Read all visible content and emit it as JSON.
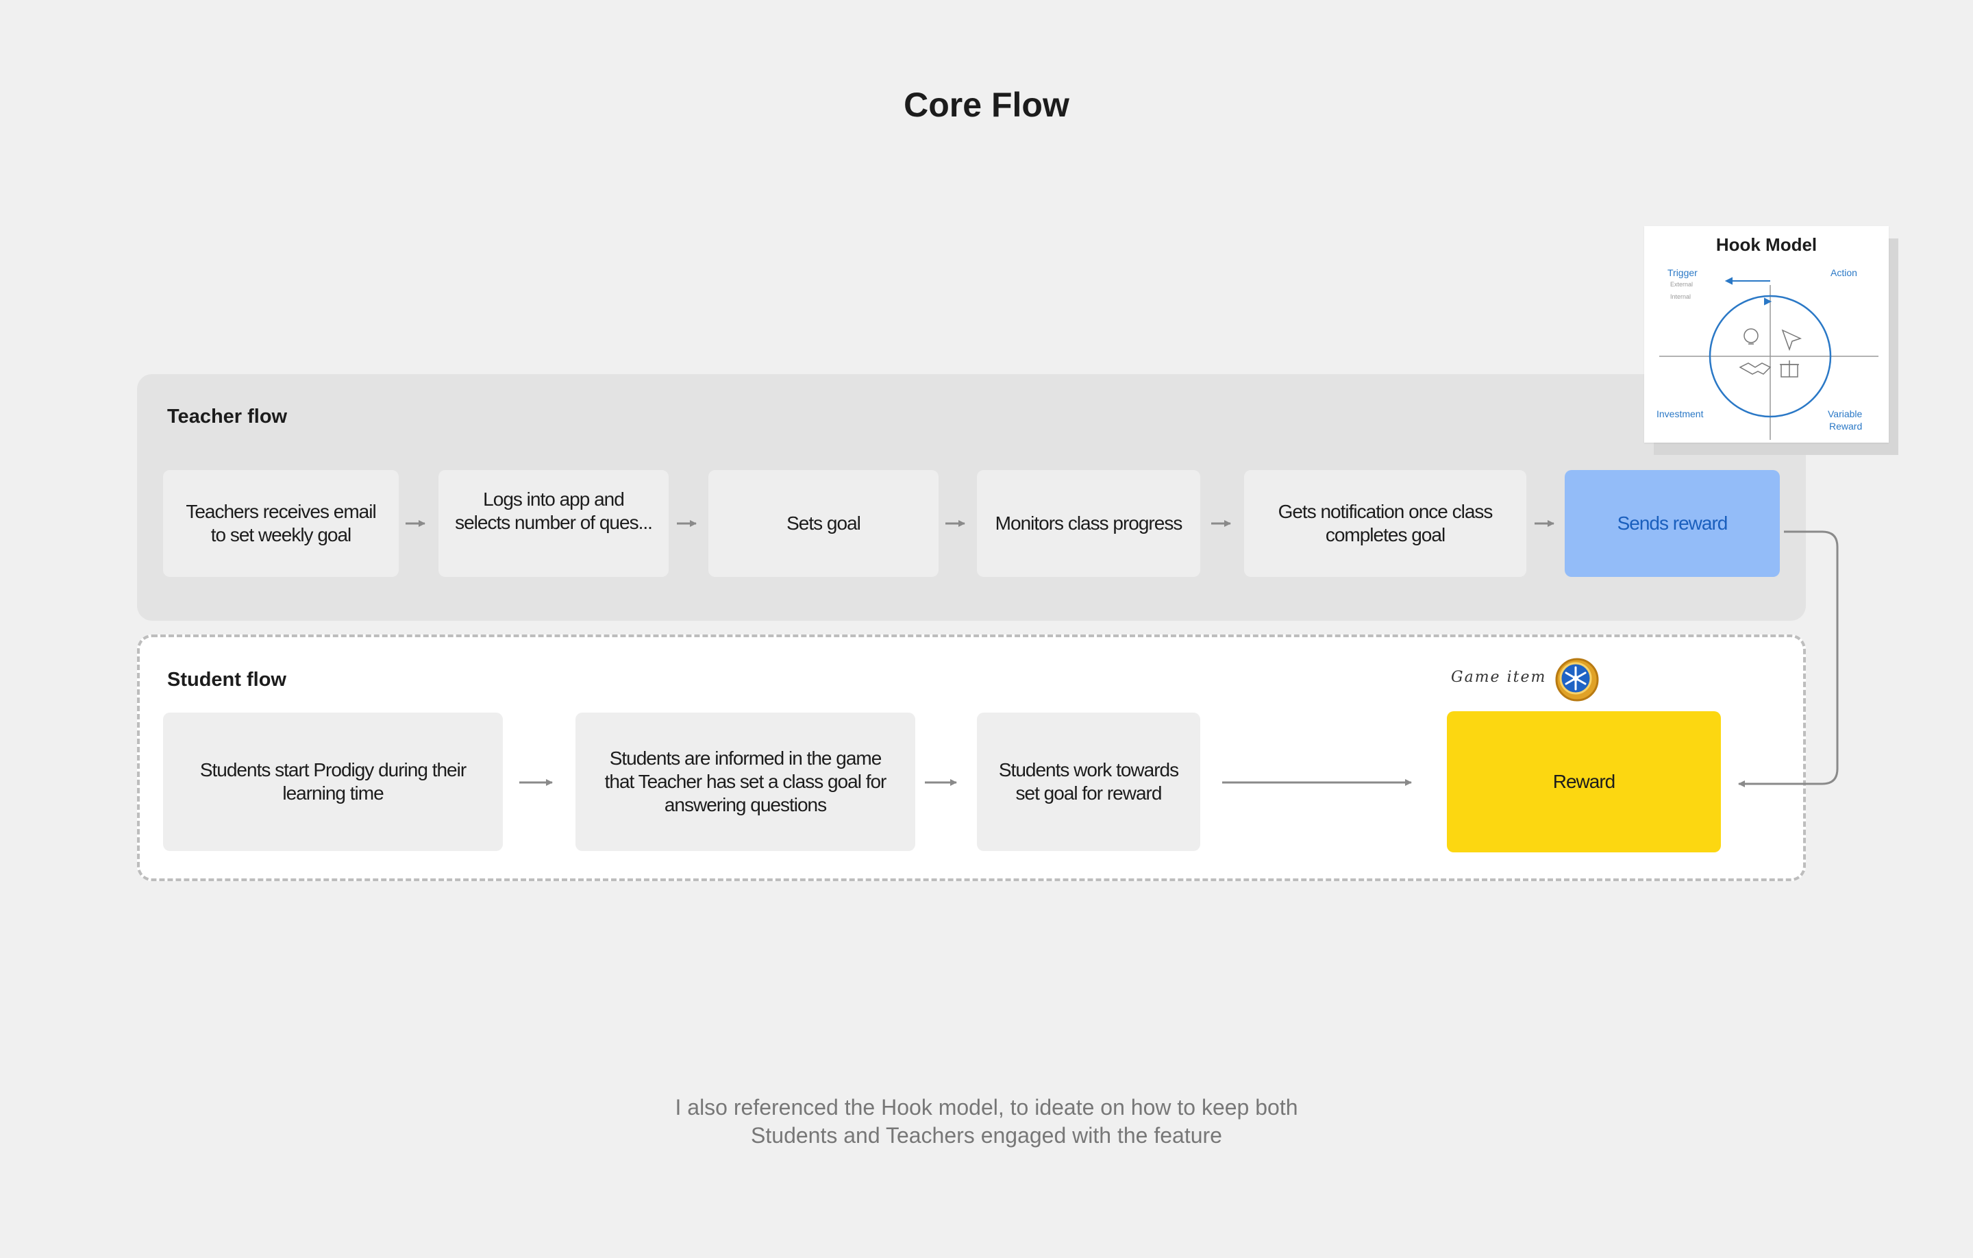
{
  "title": "Core Flow",
  "teacher_flow": {
    "label": "Teacher flow",
    "steps": [
      "Teachers receives email to set weekly goal",
      "Logs into app and selects number of ques...",
      "Sets goal",
      "Monitors class progress",
      "Gets notification once class completes goal",
      "Sends reward"
    ]
  },
  "student_flow": {
    "label": "Student flow",
    "steps": [
      "Students start Prodigy during their learning time",
      "Students are informed in the game that Teacher has set a class goal for answering questions",
      "Students work towards set goal for reward",
      "Reward"
    ],
    "game_item_label": "Game item"
  },
  "hook_model": {
    "title": "Hook Model",
    "trigger": "Trigger",
    "external": "External",
    "internal": "Internal",
    "action": "Action",
    "investment": "Investment",
    "variable_reward_1": "Variable",
    "variable_reward_2": "Reward"
  },
  "caption": {
    "line1": "I also referenced the Hook model, to ideate on how to keep both",
    "line2": "Students and Teachers engaged with the feature"
  },
  "colors": {
    "background": "#f0f0f0",
    "teacher_panel": "#e3e3e3",
    "sends_reward": "#93bcf8",
    "reward": "#fcd711",
    "hook_blue": "#2a78c6"
  }
}
